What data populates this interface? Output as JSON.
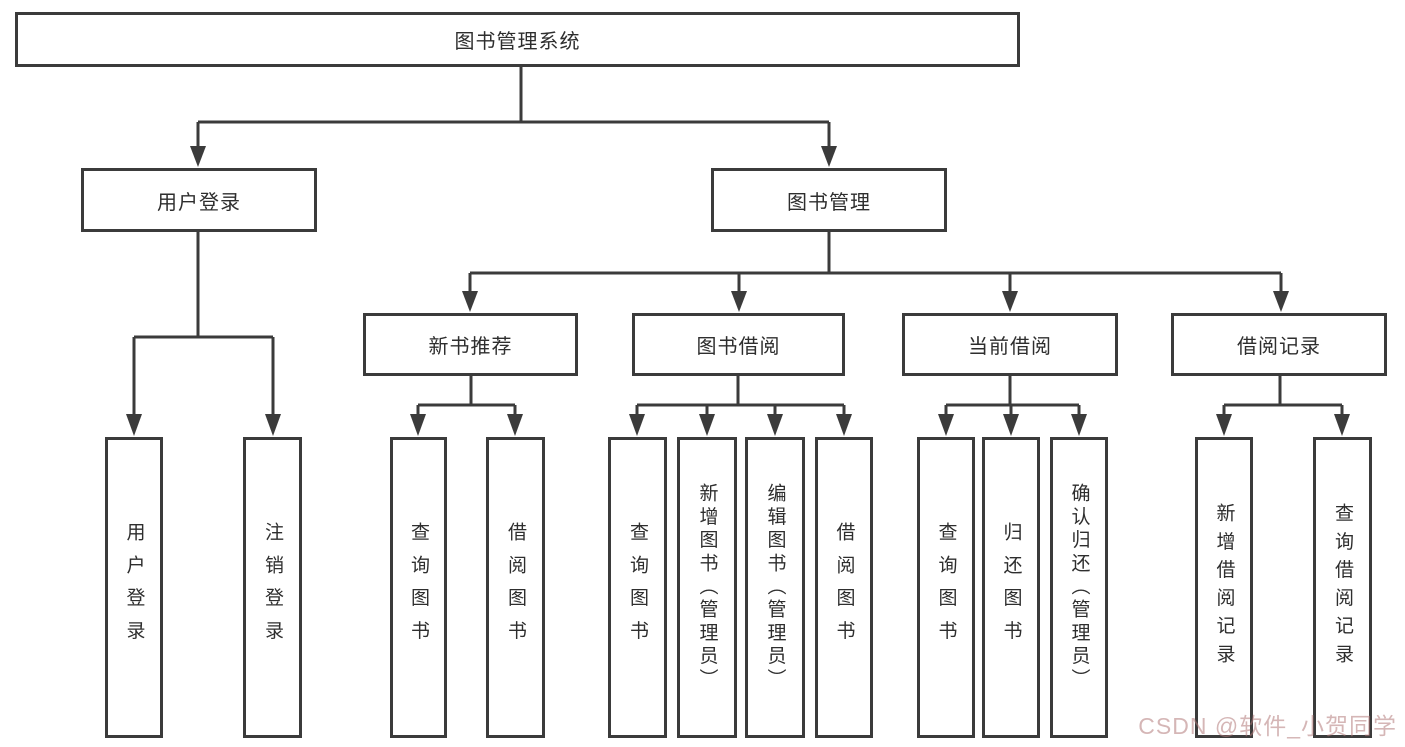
{
  "diagram": {
    "root": {
      "label": "图书管理系统"
    },
    "level1": [
      {
        "label": "用户登录"
      },
      {
        "label": "图书管理"
      }
    ],
    "level2": [
      {
        "label": "新书推荐"
      },
      {
        "label": "图书借阅"
      },
      {
        "label": "当前借阅"
      },
      {
        "label": "借阅记录"
      }
    ],
    "leaves": {
      "user_login": [
        {
          "label": "用户登录"
        },
        {
          "label": "注销登录"
        }
      ],
      "new_book": [
        {
          "label": "查询图书"
        },
        {
          "label": "借阅图书"
        }
      ],
      "book_borrow": [
        {
          "label": "查询图书"
        },
        {
          "label": "新增图书（管理员）"
        },
        {
          "label": "编辑图书（管理员）"
        },
        {
          "label": "借阅图书"
        }
      ],
      "current_borrow": [
        {
          "label": "查询图书"
        },
        {
          "label": "归还图书"
        },
        {
          "label": "确认归还（管理员）"
        }
      ],
      "borrow_record": [
        {
          "label": "新增借阅记录"
        },
        {
          "label": "查询借阅记录"
        }
      ]
    },
    "watermark": "CSDN @软件_小贺同学",
    "colors": {
      "line": "#3b3b3b",
      "text": "#2e2e2e",
      "background": "#ffffff",
      "watermark": "#b27a7a"
    }
  }
}
